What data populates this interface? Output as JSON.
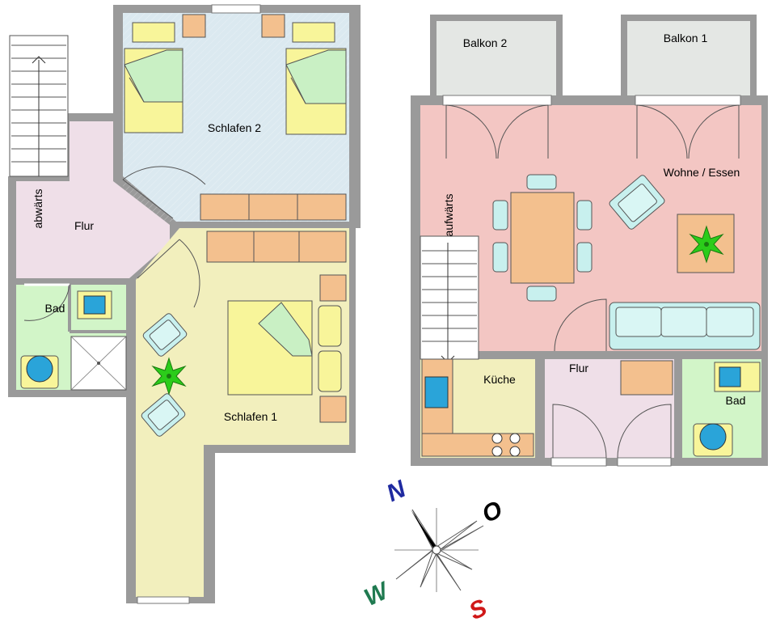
{
  "rooms": {
    "schlafen2": "Schlafen 2",
    "schlafen1": "Schlafen 1",
    "flur_left": "Flur",
    "bad_left": "Bad",
    "abwaerts": "abwärts",
    "balkon2": "Balkon 2",
    "balkon1": "Balkon 1",
    "wohnen": "Wohne / Essen",
    "aufwaerts": "aufwärts",
    "kueche": "Küche",
    "flur_right": "Flur",
    "bad_right": "Bad"
  },
  "compass": {
    "north": "N",
    "east": "O",
    "south": "S",
    "west": "W"
  },
  "colors": {
    "wall": "#9a9a9a",
    "schlafen2": "#dbe9f0",
    "schlafen1": "#f2efbd",
    "flur": "#efdfe8",
    "bad": "#d2f5c8",
    "wohnen": "#f3c6c3",
    "kueche": "#f2efbd",
    "balkon": "#e4e7e4",
    "bed": "#f8f59a",
    "furniture": "#f3c08e",
    "chair": "#c8f0ee",
    "plant": "#2bcc1a",
    "compass_n": "#1f2aa0",
    "compass_o": "#000000",
    "compass_s": "#d01818",
    "compass_w": "#1f7a50"
  }
}
